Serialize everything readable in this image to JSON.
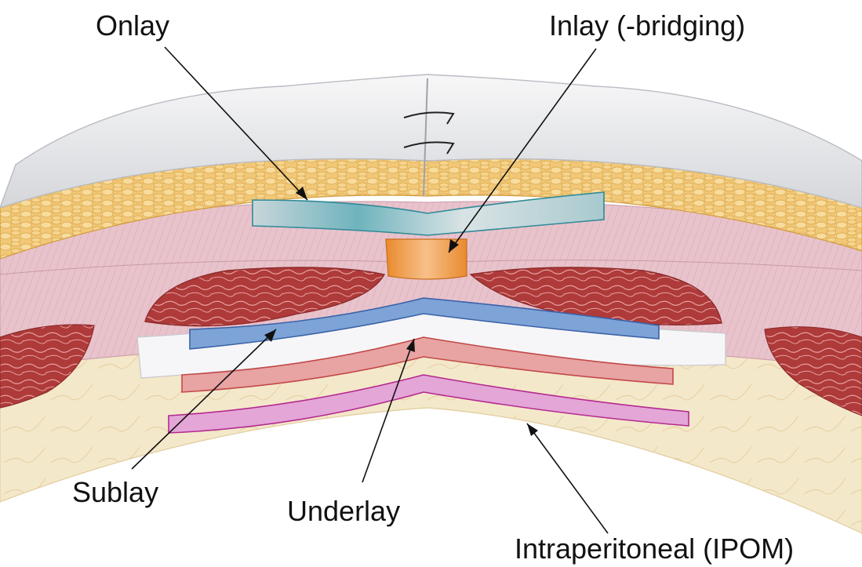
{
  "labels": {
    "onlay": "Onlay",
    "inlay": "Inlay (-bridging)",
    "sublay": "Sublay",
    "underlay": "Underlay",
    "ipom": "Intraperitoneal (IPOM)"
  },
  "colors": {
    "skin": "#e7e8ea",
    "skin_edge": "#b9bcc2",
    "fat": "#f1c877",
    "fascia": "#e9c6cf",
    "muscle": "#b3403f",
    "peritoneal_fat": "#f3e6c5",
    "onlay_mesh": "#6fb3bd",
    "inlay_mesh": "#f0a04a",
    "sublay_mesh": "#7ea3d6",
    "underlay_mesh": "#e79a9a",
    "ipom_mesh": "#d27ac2"
  }
}
